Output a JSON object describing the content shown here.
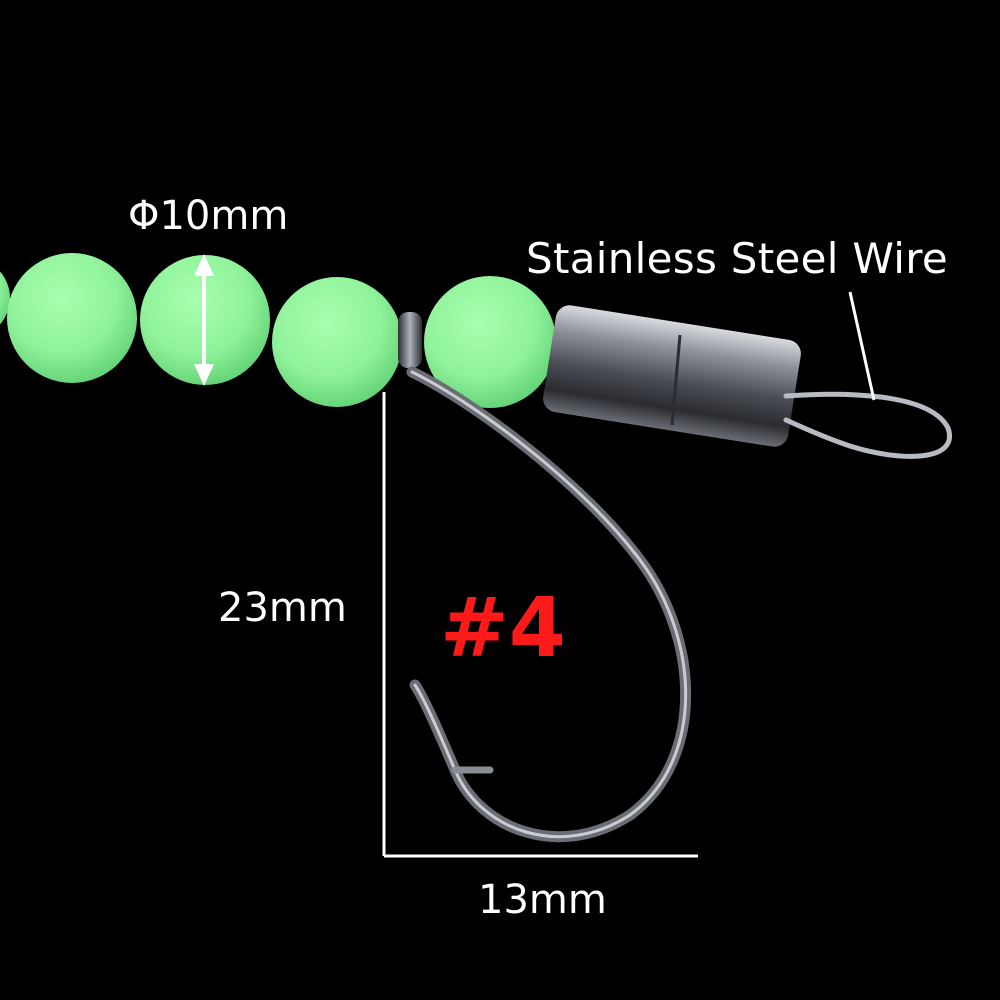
{
  "labels": {
    "diameter": "Φ10mm",
    "material": "Stainless Steel Wire",
    "hook_height": "23mm",
    "hook_width": "13mm",
    "hook_size": "#4"
  },
  "colors": {
    "background": "#000000",
    "bead": "#8ff29a",
    "size_mark": "#ff1a1a",
    "annotation": "#ffffff",
    "metal": "#9a9ea6"
  },
  "icons": {
    "beads": "glow-bead-icon",
    "sleeve": "crimp-sleeve-icon",
    "hook": "fish-hook-icon",
    "wire_loop": "wire-loop-icon"
  }
}
